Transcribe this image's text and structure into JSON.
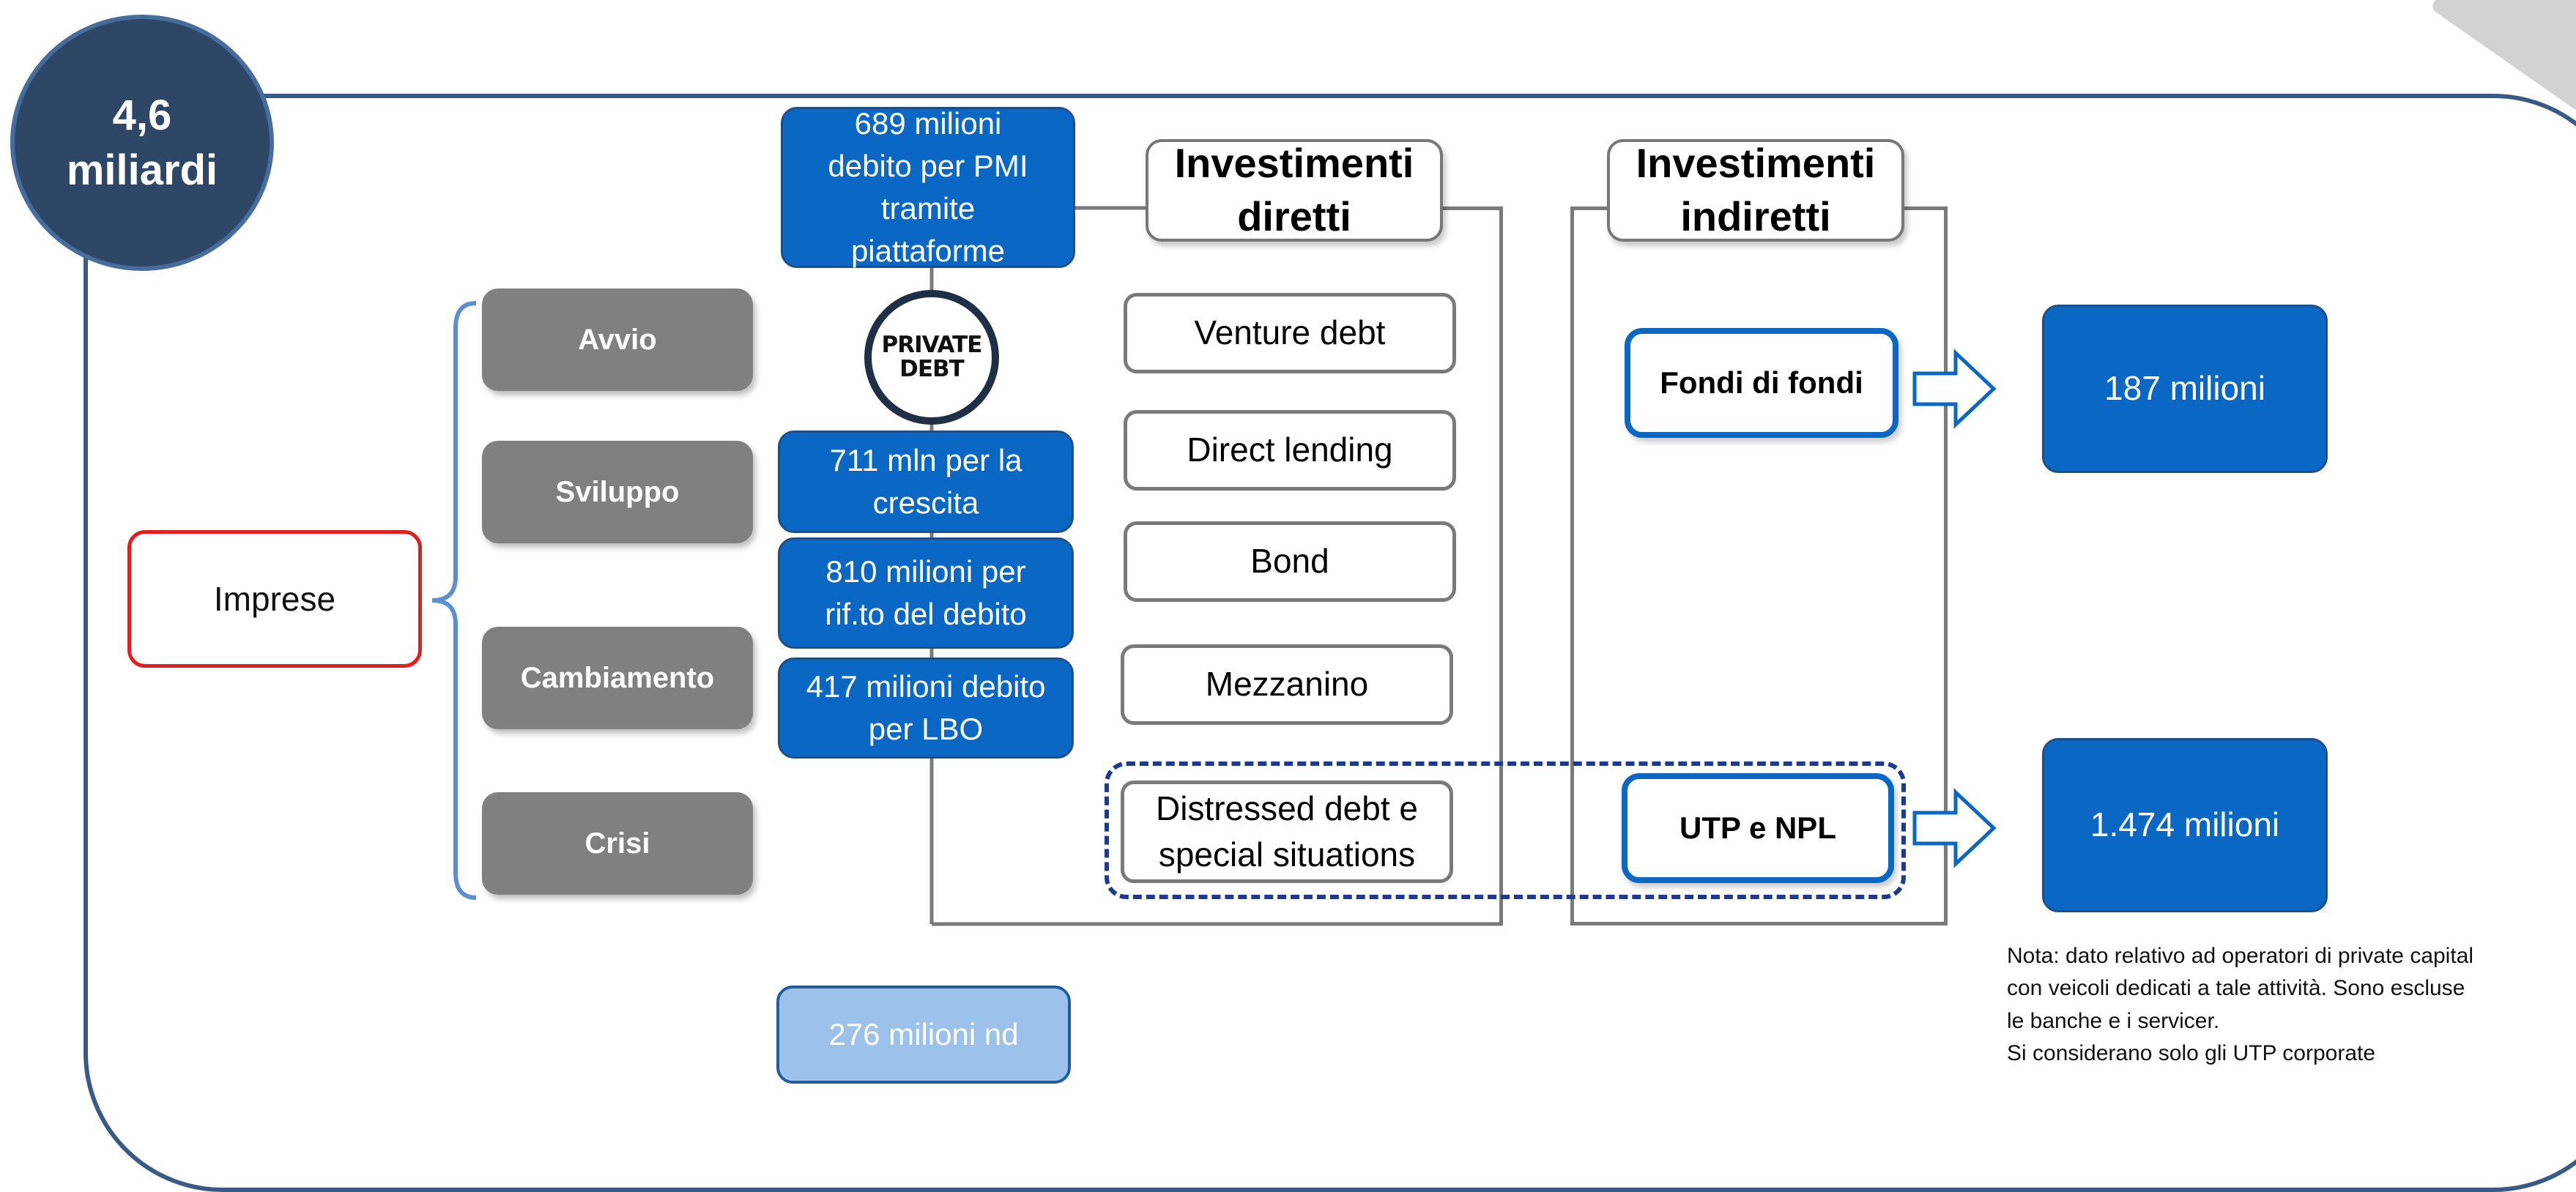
{
  "total": {
    "amount": "4,6",
    "unit": "miliardi"
  },
  "company": {
    "label": "Imprese"
  },
  "stages": [
    "Avvio",
    "Sviluppo",
    "Cambiamento",
    "Crisi"
  ],
  "private_debt_logo": {
    "line1": "PRIVATE",
    "line2": "DEBT"
  },
  "amounts": {
    "platforms": "689 milioni debito per PMI tramite piattaforme",
    "growth": "711 mln per la crescita",
    "refinancing": "810 milioni per rif.to del debito",
    "lbo": "417 milioni debito per LBO",
    "nd": "276 milioni nd"
  },
  "direct": {
    "header": "Investimenti diretti",
    "instruments": [
      "Venture debt",
      "Direct lending",
      "Bond",
      "Mezzanino",
      "Distressed debt e special situations"
    ]
  },
  "indirect": {
    "header": "Investimenti indiretti",
    "fund_of_funds": "Fondi di fondi",
    "utp_npl": "UTP e NPL"
  },
  "results": {
    "fund_of_funds_amount": "187 milioni",
    "utp_npl_amount": "1.474 milioni"
  },
  "note": {
    "line1": "Nota: dato relativo ad operatori di private capital",
    "line2": "con veicoli dedicati a tale attività. Sono escluse",
    "line3": "le banche e i servicer.",
    "line4": "Si considerano solo gli UTP corporate"
  },
  "colors": {
    "frame": "#3a5a86",
    "badge": "#2e4766",
    "blue": "#0a68c4",
    "stage_gray": "#808080",
    "imprese_border": "#e02020",
    "dashed": "#1c3a8f"
  }
}
